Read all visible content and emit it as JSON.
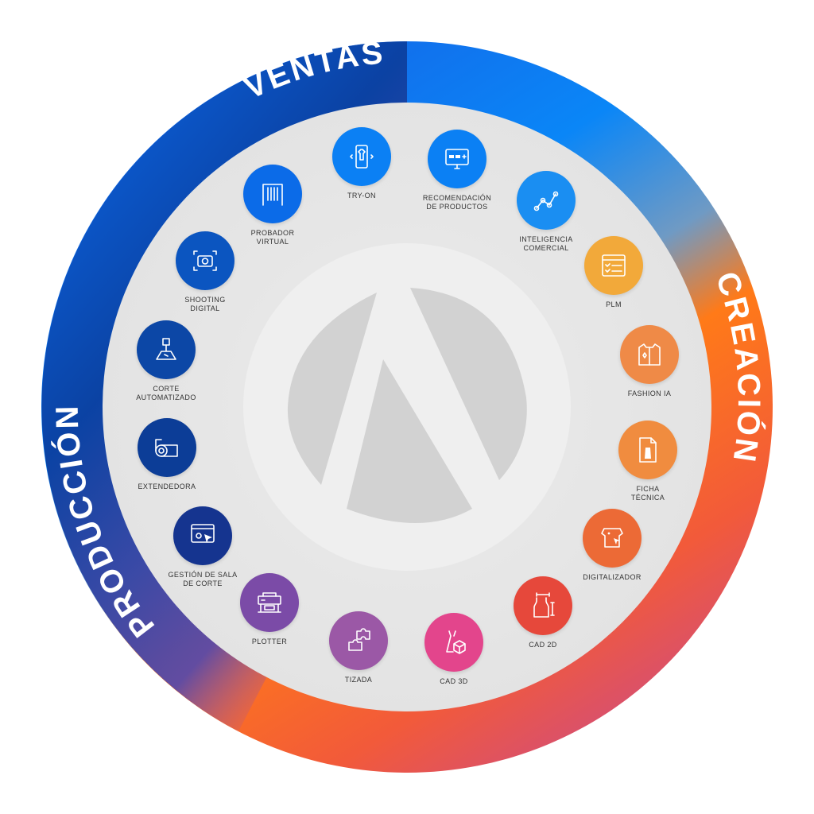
{
  "sections": {
    "ventas": "VENTAS",
    "creacion": "CREACIÓN",
    "produccion": "PRODUCCIÓN"
  },
  "colors": {
    "ring_blue": "#0a7cf7",
    "ring_dark_blue": "#0b3b9c",
    "ring_orange": "#ff6b14",
    "ring_magenta": "#c0439a",
    "ventas_blue": "#0b79f2",
    "produccion_navy": "#0c3f97",
    "creacion_orange": "#f0883e",
    "purple": "#7d4aa6",
    "pink": "#e0468b"
  },
  "modules": [
    {
      "key": "try_on",
      "label": "TRY-ON",
      "icon": "phone-shirt-icon",
      "color": "#0b80f4"
    },
    {
      "key": "recomendacion",
      "label": "RECOMENDACIÓN\nDE PRODUCTOS",
      "icon": "monitor-products-icon",
      "color": "#0b80f4"
    },
    {
      "key": "inteligencia",
      "label": "INTELIGENCIA\nCOMERCIAL",
      "icon": "line-graph-icon",
      "color": "#1a8ef2"
    },
    {
      "key": "plm",
      "label": "PLM",
      "icon": "checklist-window-icon",
      "color": "#f2a93a"
    },
    {
      "key": "fashion_ia",
      "label": "FASHION IA",
      "icon": "shirt-sparkle-icon",
      "color": "#ef8a47"
    },
    {
      "key": "ficha",
      "label": "FICHA\nTÉCNICA",
      "icon": "document-garment-icon",
      "color": "#f08c3f"
    },
    {
      "key": "digitalizador",
      "label": "DIGITALIZADOR",
      "icon": "garment-cursor-icon",
      "color": "#ec6a36"
    },
    {
      "key": "cad2d",
      "label": "CAD 2D",
      "icon": "tank-top-measure-icon",
      "color": "#e6483b"
    },
    {
      "key": "cad3d",
      "label": "CAD 3D",
      "icon": "dress-cube-icon",
      "color": "#e3458c"
    },
    {
      "key": "tizada",
      "label": "TIZADA",
      "icon": "puzzle-pieces-icon",
      "color": "#9b58a6"
    },
    {
      "key": "plotter",
      "label": "PLOTTER",
      "icon": "plotter-icon",
      "color": "#7b4ba7"
    },
    {
      "key": "gestion",
      "label": "GESTIÓN DE SALA\nDE CORTE",
      "icon": "window-gear-cursor-icon",
      "color": "#15348f"
    },
    {
      "key": "extendedora",
      "label": "EXTENDEDORA",
      "icon": "fabric-roll-icon",
      "color": "#0c3d97"
    },
    {
      "key": "corte",
      "label": "CORTE\nAUTOMATIZADO",
      "icon": "cutting-head-icon",
      "color": "#0c47a6"
    },
    {
      "key": "shooting",
      "label": "SHOOTING\nDIGITAL",
      "icon": "camera-focus-icon",
      "color": "#0b55c0"
    },
    {
      "key": "probador",
      "label": "PROBADOR\nVIRTUAL",
      "icon": "clothes-rack-icon",
      "color": "#0b6be8"
    }
  ]
}
